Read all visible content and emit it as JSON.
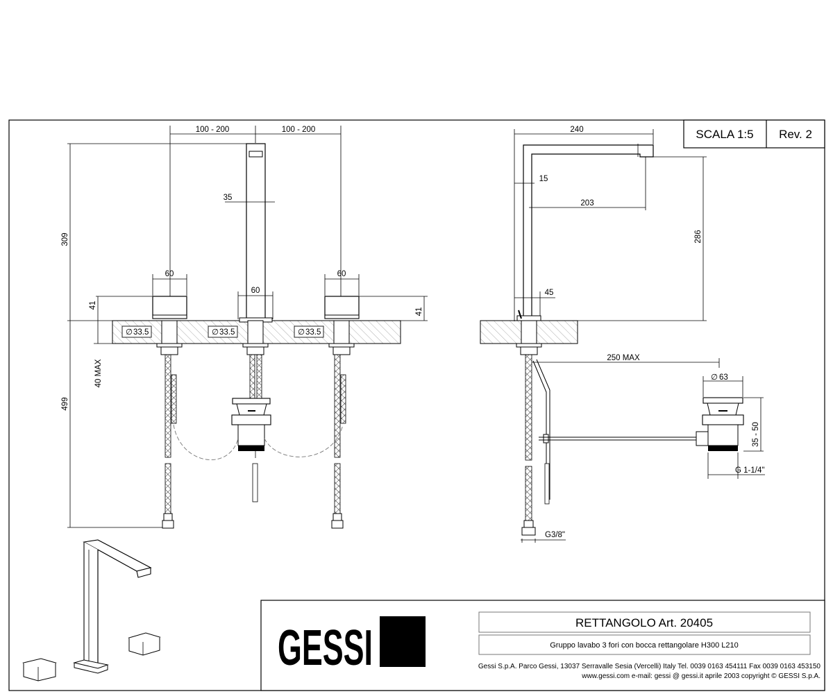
{
  "header": {
    "scale": "SCALA 1:5",
    "revision": "Rev. 2"
  },
  "front_view": {
    "spacing_left": "100 - 200",
    "spacing_right": "100 - 200",
    "total_height": "309",
    "spout_width": "35",
    "handle_width_left": "60",
    "handle_width_right": "60",
    "spout_base_width": "60",
    "handle_height_left": "41",
    "handle_height_right": "41",
    "hole_left": "33.5",
    "hole_center": "33.5",
    "hole_right": "33.5",
    "deck_thickness": "40 MAX",
    "hose_length": "499"
  },
  "side_view": {
    "reach": "240",
    "spout_tube": "15",
    "spout_reach": "203",
    "spout_height": "286",
    "base_width": "45",
    "waste_distance": "250 MAX",
    "waste_diameter": "63",
    "waste_height": "35 - 50",
    "waste_thread": "G 1-1/4\"",
    "hose_thread": "G3/8\""
  },
  "title_block": {
    "brand": "GESSI",
    "product_title": "RETTANGOLO  Art. 20405",
    "description": "Gruppo lavabo 3 fori con bocca rettangolare H300 L210",
    "company_line1": "Gessi S.p.A. Parco Gessi, 13037 Serravalle Sesia (Vercelli) Italy Tel. 0039  0163 454111 Fax 0039 0163 453150",
    "company_line2": "www.gessi.com e-mail: gessi @ gessi.it aprile 2003 copyright © GESSI S.p.A."
  }
}
